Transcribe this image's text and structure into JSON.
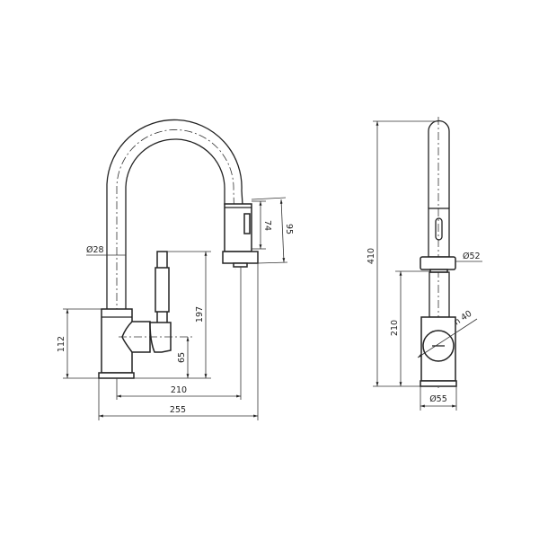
{
  "drawing": {
    "front_view": {
      "labels": {
        "pipe_diameter": "Ø28",
        "body_height": "112",
        "handle_height": "197",
        "lever_axis_height": "65",
        "spout_reach": "210",
        "overall_width": "255",
        "head_inner": "74",
        "head_outer": "95"
      }
    },
    "side_view": {
      "labels": {
        "overall_height": "410",
        "collar_diameter": "Ø52",
        "outlet_height": "210",
        "lever_radius": "n 40",
        "base_diameter": "Ø55"
      }
    }
  }
}
